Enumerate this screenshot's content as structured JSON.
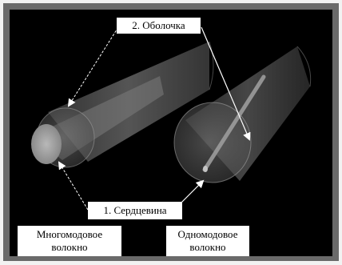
{
  "labels": {
    "cladding": "2. Оболочка",
    "core": "1. Сердцевина",
    "multimode_line1": "Многомодовое",
    "multimode_line2": "волокно",
    "singlemode_line1": "Одномодовое",
    "singlemode_line2": "волокно"
  },
  "colors": {
    "background": "#000000",
    "frame": "#5a5a5a",
    "cladding_fill": "#8a8a8a",
    "core_fill": "#a0a0a0",
    "arrow": "#ffffff",
    "label_background": "#ffffff"
  }
}
